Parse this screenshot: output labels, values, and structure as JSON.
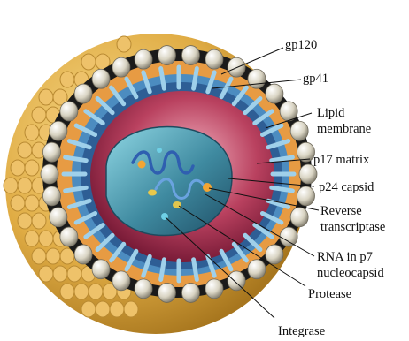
{
  "labels": {
    "gp120": "gp120",
    "gp41": "gp41",
    "lipid_membrane": [
      "Lipid",
      "membrane"
    ],
    "p17_matrix": "p17 matrix",
    "p24_capsid": "p24 capsid",
    "reverse_transcriptase": [
      "Reverse",
      "transcriptase"
    ],
    "rna_nucleocapsid": [
      "RNA in p7",
      "nucleocapsid"
    ],
    "protease": "Protease",
    "integrase": "Integrase"
  },
  "colors": {
    "outer_sphere": "#e2b24a",
    "knob": "#d8d3c2",
    "membrane_orange": "#e8a04a",
    "membrane_blue": "#4f8fc0",
    "interior_red": "#8e1f3d",
    "capsid": "#3b7f95",
    "rna": "#2f5fb0"
  }
}
